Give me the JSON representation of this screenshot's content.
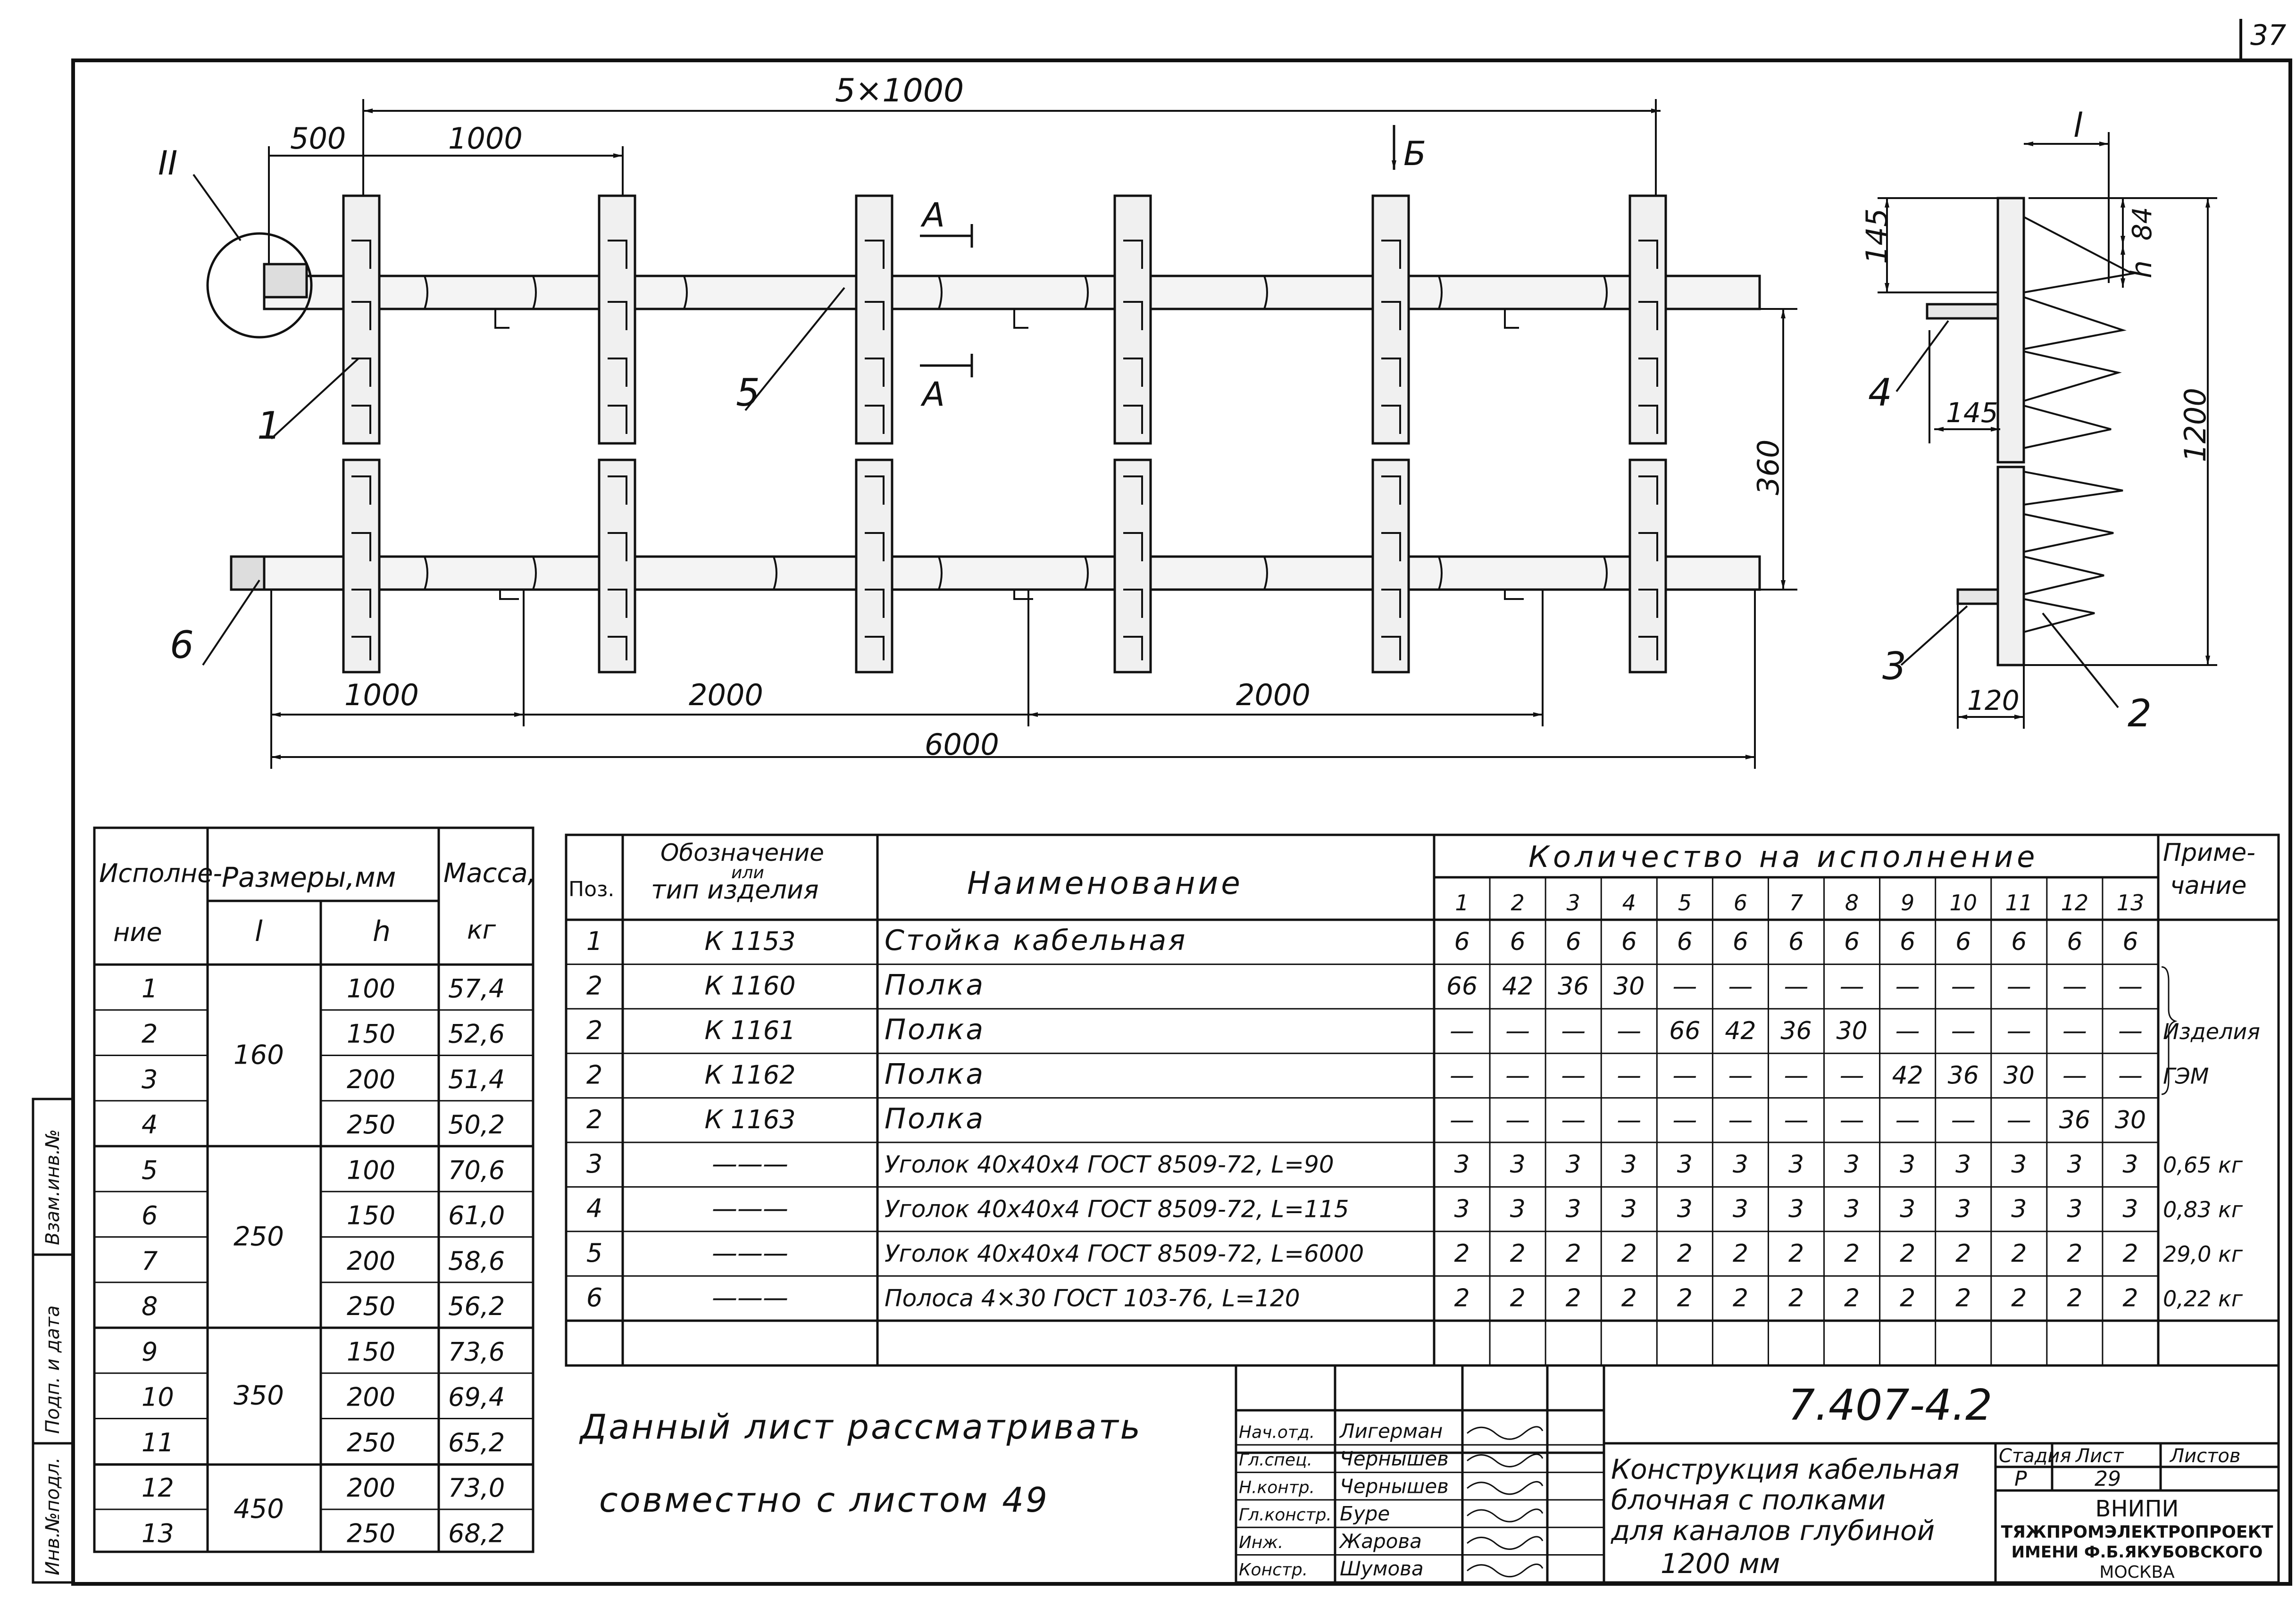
{
  "sheet": {
    "corner_number": "37",
    "document_code": "7.407-4.2",
    "note_line1": "Данный лист рассматривать",
    "note_line2": "совместно с листом 49",
    "title_lines": [
      "Конструкция кабельная",
      "блочная с полками",
      "для каналов глубиной",
      "1200 мм"
    ],
    "stage_label": "Стадия",
    "stage_value": "Р",
    "sheet_label": "Лист",
    "sheet_value": "29",
    "sheets_label": "Листов",
    "sheets_value": "",
    "org_lines": [
      "ВНИПИ",
      "ТЯЖПРОМЭЛЕКТРОПРОЕКТ",
      "ИМЕНИ Ф.Б.ЯКУБОВСКОГО",
      "МОСКВА"
    ],
    "signatures": [
      {
        "role": "Нач.отд.",
        "name": "Лигерман"
      },
      {
        "role": "Гл.спец.",
        "name": "Чернышев"
      },
      {
        "role": "Н.контр.",
        "name": "Чернышев"
      },
      {
        "role": "Гл.констр.",
        "name": "Буре"
      },
      {
        "role": "Инж.",
        "name": "Жарова"
      },
      {
        "role": "Констр.",
        "name": "Шумова"
      }
    ],
    "margin_labels": [
      "Инв.№подл.",
      "Подп. и дата",
      "Взам.инв.№"
    ]
  },
  "drawing": {
    "dims": {
      "top_total": "5×1000",
      "top_500": "500",
      "top_1000": "1000",
      "height_360": "360",
      "bottom_1000": "1000",
      "bottom_2000a": "2000",
      "bottom_2000b": "2000",
      "bottom_6000": "6000"
    },
    "callouts": {
      "node": "II",
      "pos1": "1",
      "pos5": "5",
      "pos6": "6",
      "section_a1": "А",
      "section_a2": "А",
      "view_b": "Б"
    },
    "side": {
      "l": "l",
      "h": "h",
      "d145a": "145",
      "d84": "84",
      "d145b": "145",
      "d1200": "1200",
      "d120": "120",
      "pos4": "4",
      "pos3": "3",
      "pos2": "2"
    }
  },
  "size_table": {
    "headers": {
      "version": "Исполне-",
      "version2": "ние",
      "sizes": "Размеры,мм",
      "l": "l",
      "h": "h",
      "mass": "Масса,",
      "mass_unit": "кг"
    },
    "rows": [
      {
        "n": "1",
        "h": "100",
        "m": "57,4"
      },
      {
        "n": "2",
        "h": "150",
        "m": "52,6"
      },
      {
        "n": "3",
        "h": "200",
        "m": "51,4"
      },
      {
        "n": "4",
        "h": "250",
        "m": "50,2"
      },
      {
        "n": "5",
        "h": "100",
        "m": "70,6"
      },
      {
        "n": "6",
        "h": "150",
        "m": "61,0"
      },
      {
        "n": "7",
        "h": "200",
        "m": "58,6"
      },
      {
        "n": "8",
        "h": "250",
        "m": "56,2"
      },
      {
        "n": "9",
        "h": "150",
        "m": "73,6"
      },
      {
        "n": "10",
        "h": "200",
        "m": "69,4"
      },
      {
        "n": "11",
        "h": "250",
        "m": "65,2"
      },
      {
        "n": "12",
        "h": "200",
        "m": "73,0"
      },
      {
        "n": "13",
        "h": "250",
        "m": "68,2"
      }
    ],
    "l_groups": [
      {
        "value": "160",
        "from": 0,
        "span": 4
      },
      {
        "value": "250",
        "from": 4,
        "span": 4
      },
      {
        "value": "350",
        "from": 8,
        "span": 3
      },
      {
        "value": "450",
        "from": 11,
        "span": 2
      }
    ]
  },
  "spec_table": {
    "headers": {
      "pos": "Поз.",
      "designation1": "Обозначение",
      "designation_or": "или",
      "designation2": "тип изделия",
      "name": "Наименование",
      "qty": "Количество на исполнение",
      "note1": "Приме-",
      "note2": "чание"
    },
    "versions": [
      "1",
      "2",
      "3",
      "4",
      "5",
      "6",
      "7",
      "8",
      "9",
      "10",
      "11",
      "12",
      "13"
    ],
    "rows": [
      {
        "pos": "1",
        "des": "К 1153",
        "name": "Стойка кабельная",
        "q": [
          "6",
          "6",
          "6",
          "6",
          "6",
          "6",
          "6",
          "6",
          "6",
          "6",
          "6",
          "6",
          "6"
        ],
        "note": ""
      },
      {
        "pos": "2",
        "des": "К 1160",
        "name": "Полка",
        "q": [
          "66",
          "42",
          "36",
          "30",
          "—",
          "—",
          "—",
          "—",
          "—",
          "—",
          "—",
          "—",
          "—"
        ],
        "note": ""
      },
      {
        "pos": "2",
        "des": "К 1161",
        "name": "Полка",
        "q": [
          "—",
          "—",
          "—",
          "—",
          "66",
          "42",
          "36",
          "30",
          "—",
          "—",
          "—",
          "—",
          "—"
        ],
        "note": "Изделия"
      },
      {
        "pos": "2",
        "des": "К 1162",
        "name": "Полка",
        "q": [
          "—",
          "—",
          "—",
          "—",
          "—",
          "—",
          "—",
          "—",
          "42",
          "36",
          "30",
          "—",
          "—"
        ],
        "note": "ГЭМ"
      },
      {
        "pos": "2",
        "des": "К 1163",
        "name": "Полка",
        "q": [
          "—",
          "—",
          "—",
          "—",
          "—",
          "—",
          "—",
          "—",
          "—",
          "—",
          "—",
          "36",
          "30"
        ],
        "note": ""
      },
      {
        "pos": "3",
        "des": "———",
        "name": "Уголок 40х40х4 ГОСТ 8509-72, L=90",
        "q": [
          "3",
          "3",
          "3",
          "3",
          "3",
          "3",
          "3",
          "3",
          "3",
          "3",
          "3",
          "3",
          "3"
        ],
        "note": "0,65 кг"
      },
      {
        "pos": "4",
        "des": "———",
        "name": "Уголок 40х40х4 ГОСТ 8509-72, L=115",
        "q": [
          "3",
          "3",
          "3",
          "3",
          "3",
          "3",
          "3",
          "3",
          "3",
          "3",
          "3",
          "3",
          "3"
        ],
        "note": "0,83 кг"
      },
      {
        "pos": "5",
        "des": "———",
        "name": "Уголок 40х40х4 ГОСТ 8509-72, L=6000",
        "q": [
          "2",
          "2",
          "2",
          "2",
          "2",
          "2",
          "2",
          "2",
          "2",
          "2",
          "2",
          "2",
          "2"
        ],
        "note": "29,0 кг"
      },
      {
        "pos": "6",
        "des": "———",
        "name": "Полоса 4×30 ГОСТ 103-76, L=120",
        "q": [
          "2",
          "2",
          "2",
          "2",
          "2",
          "2",
          "2",
          "2",
          "2",
          "2",
          "2",
          "2",
          "2"
        ],
        "note": "0,22 кг"
      }
    ]
  }
}
